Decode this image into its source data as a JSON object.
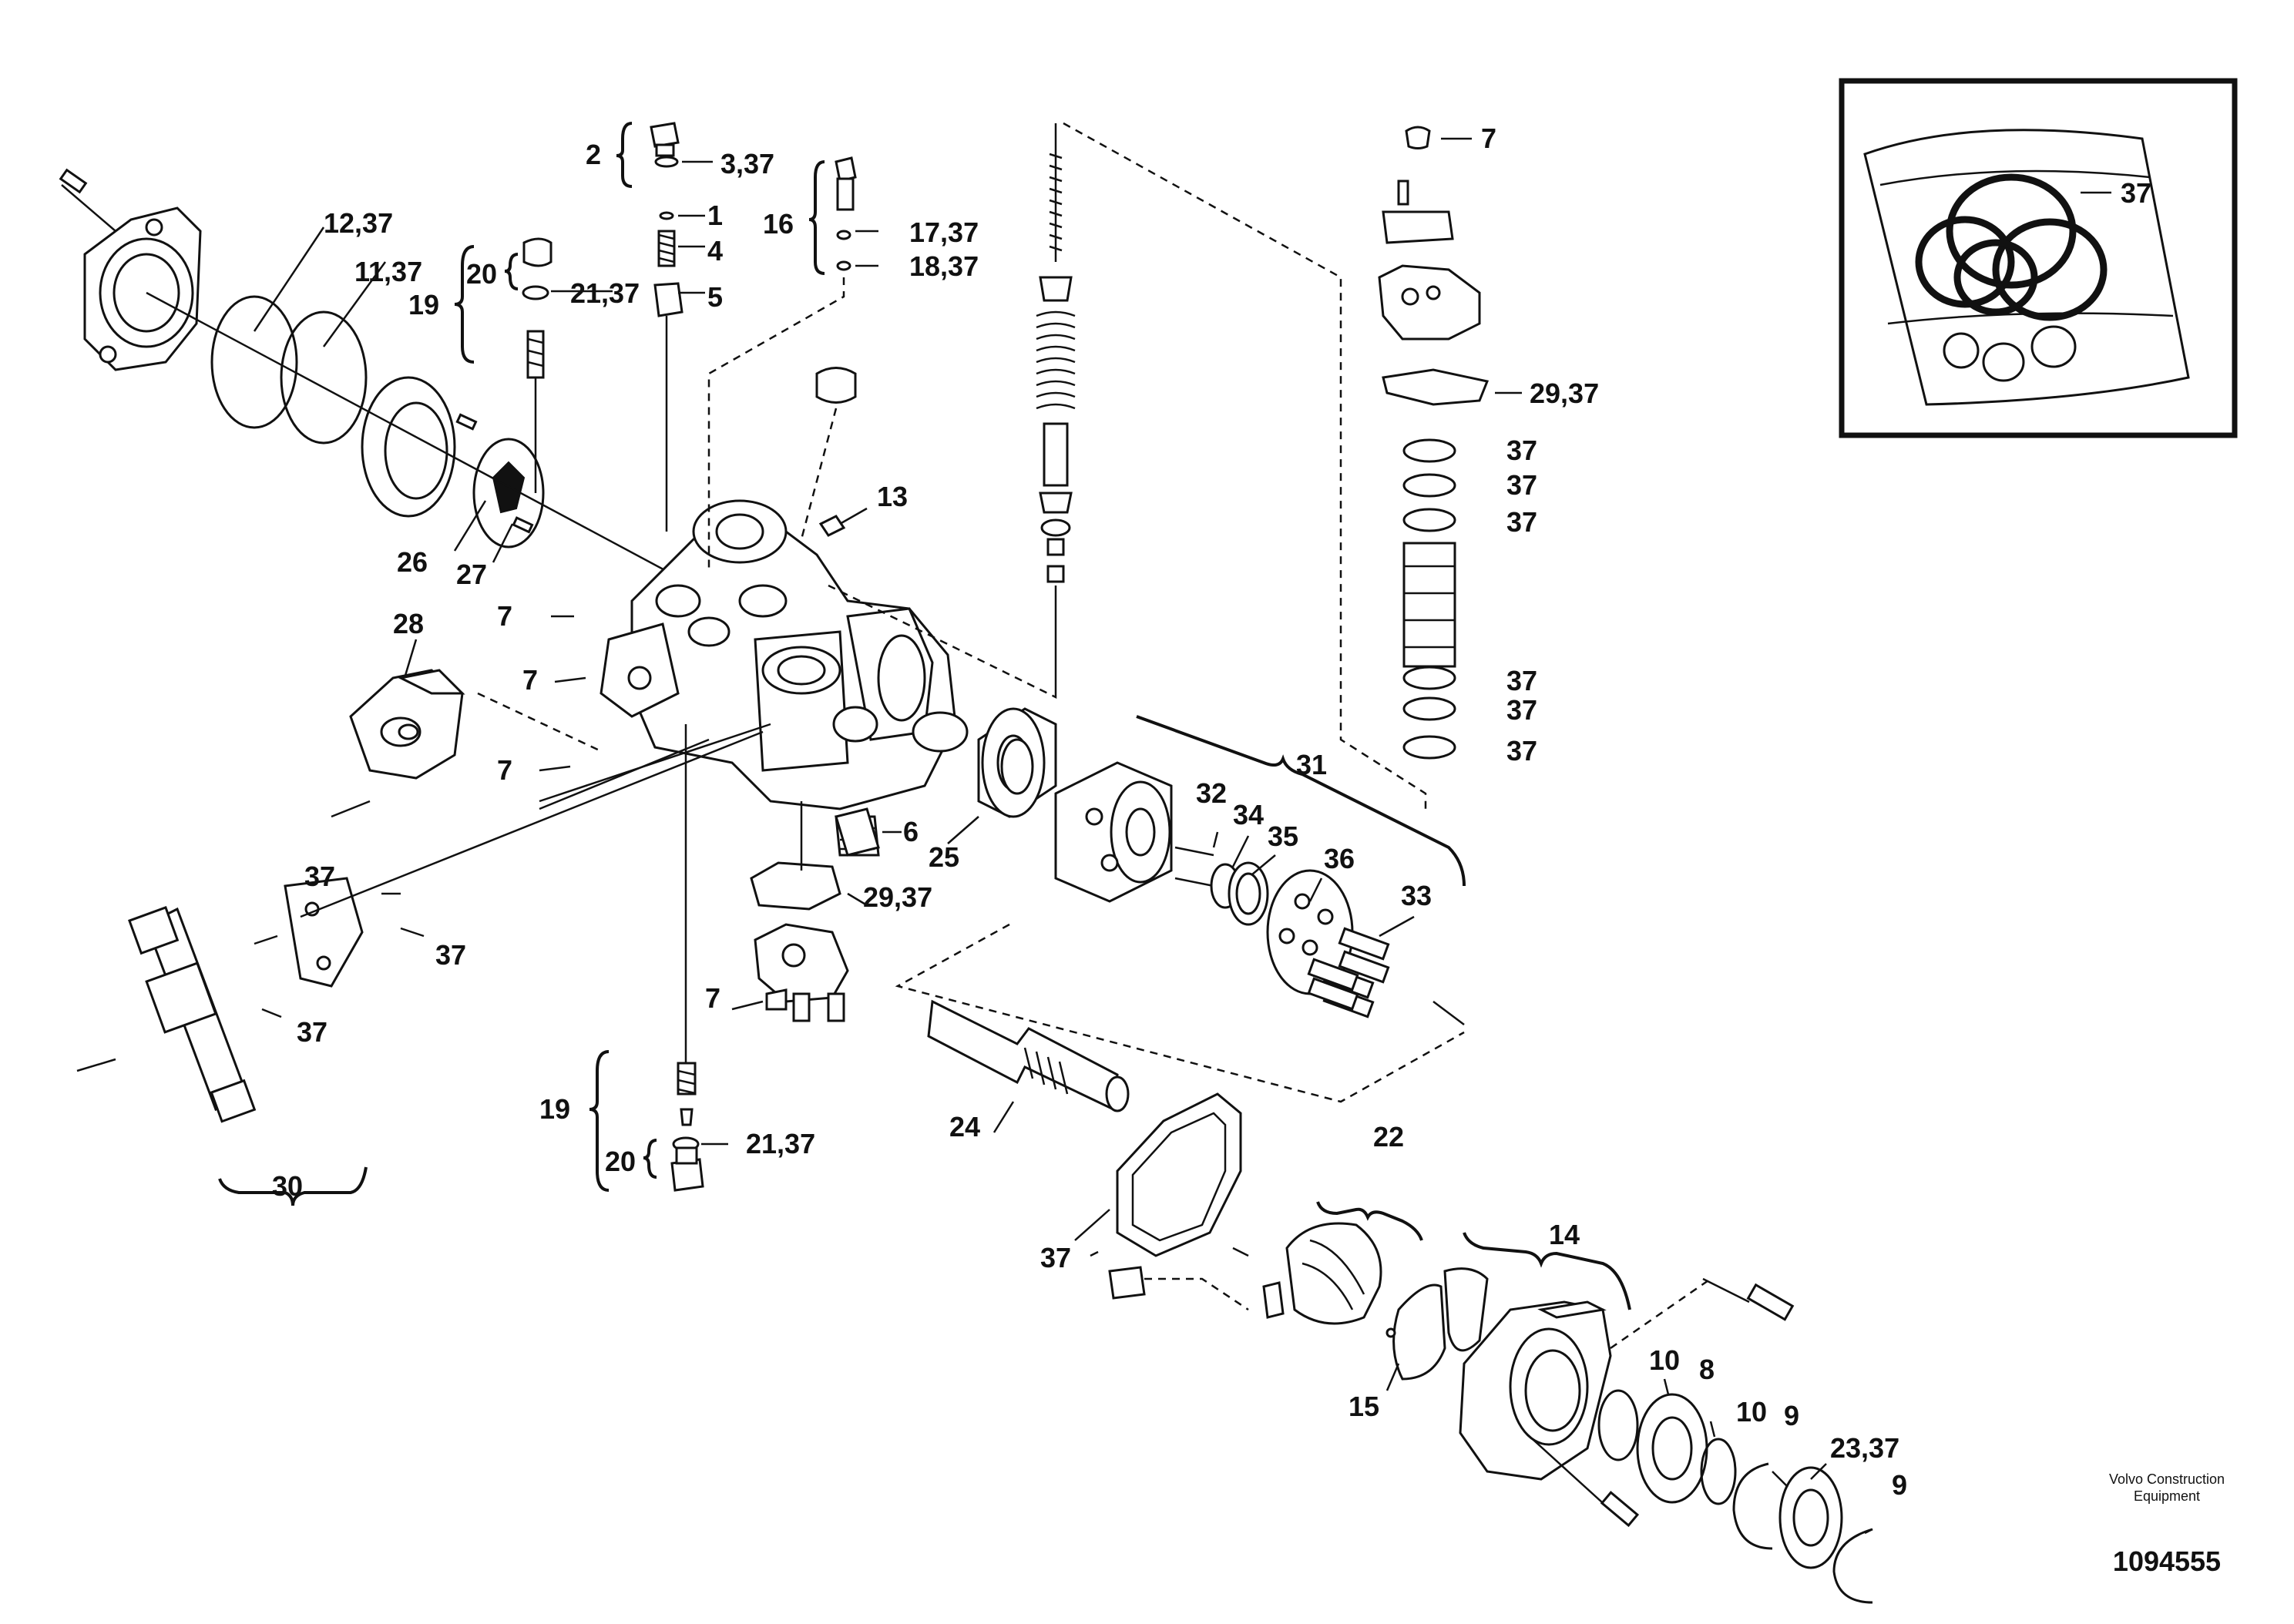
{
  "callouts": [
    {
      "id": "c-2",
      "text": "2"
    },
    {
      "id": "c-3-37",
      "text": "3,37"
    },
    {
      "id": "c-1",
      "text": "1"
    },
    {
      "id": "c-4",
      "text": "4"
    },
    {
      "id": "c-5",
      "text": "5"
    },
    {
      "id": "c-16",
      "text": "16"
    },
    {
      "id": "c-17-37",
      "text": "17,37"
    },
    {
      "id": "c-18-37",
      "text": "18,37"
    },
    {
      "id": "c-12-37",
      "text": "12,37"
    },
    {
      "id": "c-11-37",
      "text": "11,37"
    },
    {
      "id": "c-20-top",
      "text": "20"
    },
    {
      "id": "c-19-top",
      "text": "19"
    },
    {
      "id": "c-21-37-top",
      "text": "21,37"
    },
    {
      "id": "c-7-a",
      "text": "7"
    },
    {
      "id": "c-37-kit",
      "text": "37"
    },
    {
      "id": "c-29-37-top",
      "text": "29,37"
    },
    {
      "id": "c-37-r1",
      "text": "37"
    },
    {
      "id": "c-37-r2",
      "text": "37"
    },
    {
      "id": "c-37-r3",
      "text": "37"
    },
    {
      "id": "c-37-r4",
      "text": "37"
    },
    {
      "id": "c-37-r5",
      "text": "37"
    },
    {
      "id": "c-37-r6",
      "text": "37"
    },
    {
      "id": "c-13",
      "text": "13"
    },
    {
      "id": "c-26",
      "text": "26"
    },
    {
      "id": "c-27",
      "text": "27"
    },
    {
      "id": "c-7-b",
      "text": "7"
    },
    {
      "id": "c-28",
      "text": "28"
    },
    {
      "id": "c-7-c",
      "text": "7"
    },
    {
      "id": "c-7-d",
      "text": "7"
    },
    {
      "id": "c-31",
      "text": "31"
    },
    {
      "id": "c-32",
      "text": "32"
    },
    {
      "id": "c-34",
      "text": "34"
    },
    {
      "id": "c-35",
      "text": "35"
    },
    {
      "id": "c-36",
      "text": "36"
    },
    {
      "id": "c-6",
      "text": "6"
    },
    {
      "id": "c-25",
      "text": "25"
    },
    {
      "id": "c-33",
      "text": "33"
    },
    {
      "id": "c-29-37-mid",
      "text": "29,37"
    },
    {
      "id": "c-37-l1",
      "text": "37"
    },
    {
      "id": "c-37-l2",
      "text": "37"
    },
    {
      "id": "c-37-l3",
      "text": "37"
    },
    {
      "id": "c-7-e",
      "text": "7"
    },
    {
      "id": "c-19-bot",
      "text": "19"
    },
    {
      "id": "c-21-37-bot",
      "text": "21,37"
    },
    {
      "id": "c-20-bot",
      "text": "20"
    },
    {
      "id": "c-30",
      "text": "30"
    },
    {
      "id": "c-24",
      "text": "24"
    },
    {
      "id": "c-22",
      "text": "22"
    },
    {
      "id": "c-37-gasket",
      "text": "37"
    },
    {
      "id": "c-14",
      "text": "14"
    },
    {
      "id": "c-15",
      "text": "15"
    },
    {
      "id": "c-10-a",
      "text": "10"
    },
    {
      "id": "c-8",
      "text": "8"
    },
    {
      "id": "c-10-b",
      "text": "10"
    },
    {
      "id": "c-9-a",
      "text": "9"
    },
    {
      "id": "c-23-37",
      "text": "23,37"
    },
    {
      "id": "c-9-b",
      "text": "9"
    }
  ],
  "footer": {
    "brand": "Volvo Construction Equipment",
    "doc_number": "1094555"
  }
}
